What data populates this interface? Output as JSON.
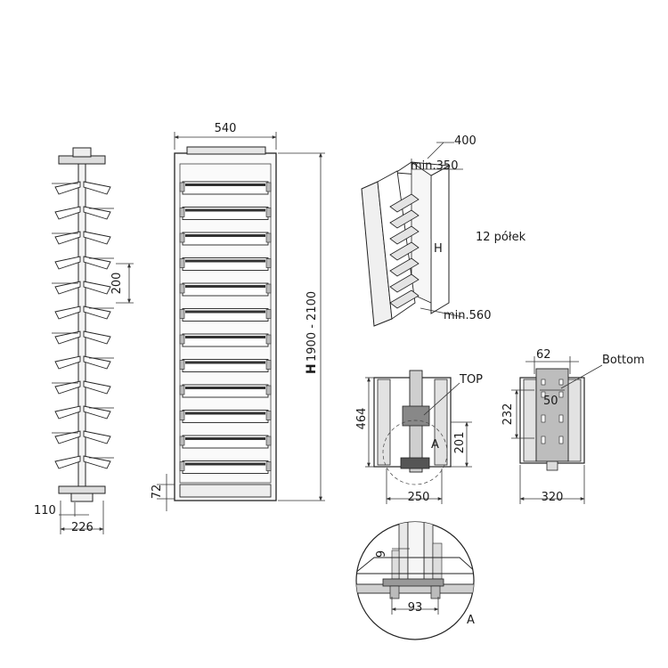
{
  "colors": {
    "line": "#222222",
    "shade": "#555555",
    "tray": "#eeeeee",
    "light": "#dddddd"
  },
  "front_view": {
    "width_label": "540",
    "height_prefix": "H",
    "height_label": "1900 - 2100",
    "base_label": "72"
  },
  "side_view": {
    "pitch_label": "200",
    "foot_label": "110",
    "base_label": "226"
  },
  "perspective_view": {
    "depth_label": "400",
    "min_depth_label": "min.350",
    "height_label": "H",
    "shelves_label": "12 półek",
    "min_width_label": "min.560"
  },
  "top_view": {
    "top_label": "TOP",
    "height_label": "464",
    "offset_label": "201",
    "width_label": "250",
    "detail_ref": "A"
  },
  "bottom_view": {
    "bottom_label": "Bottom",
    "hole_spacing_label": "62",
    "inner_label": "50",
    "height_label": "232",
    "width_label": "320"
  },
  "detail_view": {
    "gap_label": "9",
    "width_label": "93",
    "detail_ref": "A"
  }
}
